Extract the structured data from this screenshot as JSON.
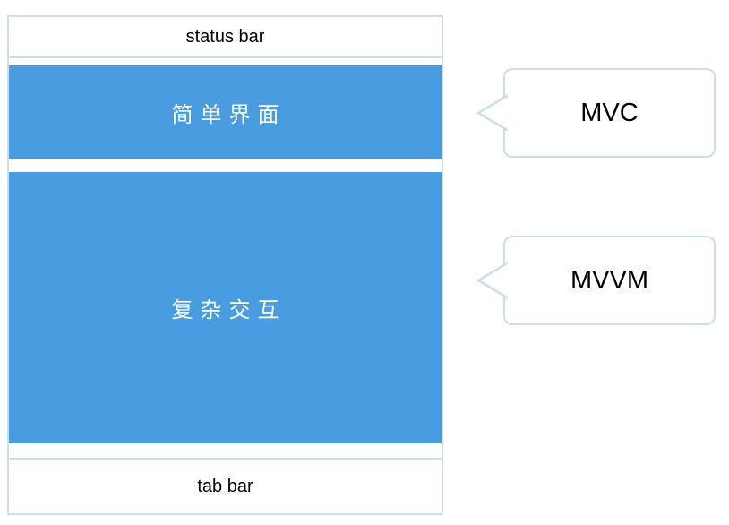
{
  "phone": {
    "status_bar_label": "status bar",
    "tab_bar_label": "tab bar",
    "content_blocks": [
      {
        "id": "simple-ui",
        "label": "简单界面"
      },
      {
        "id": "complex-ui",
        "label": "复杂交互"
      }
    ]
  },
  "callouts": [
    {
      "id": "mvc",
      "label": "MVC"
    },
    {
      "id": "mvvm",
      "label": "MVVM"
    }
  ],
  "colors": {
    "block_fill": "#4a9ce0",
    "outline": "#cbdfe4",
    "label_text": "#000000",
    "block_text": "#ffffff"
  }
}
